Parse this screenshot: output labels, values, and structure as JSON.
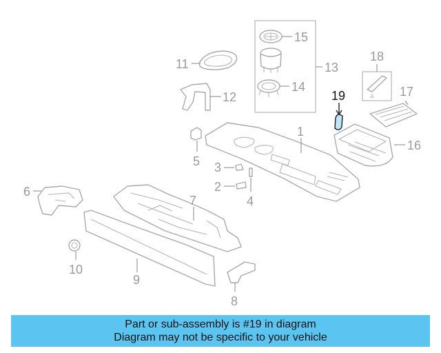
{
  "callouts": {
    "c1": "1",
    "c2": "2",
    "c3": "3",
    "c4": "4",
    "c5": "5",
    "c6": "6",
    "c7": "7",
    "c8": "8",
    "c9": "9",
    "c10": "10",
    "c11": "11",
    "c12": "12",
    "c13": "13",
    "c14": "14",
    "c15": "15",
    "c16": "16",
    "c17": "17",
    "c18": "18",
    "c19": "19"
  },
  "highlighted_part": "19",
  "colors": {
    "banner_bg": "#5bc4f1",
    "highlight_fill": "#bfe6f7",
    "line_gray": "#a9a9a9"
  },
  "banner": {
    "line1": "Part or sub-assembly is #19 in diagram",
    "line2": "Diagram may not be specific to your vehicle"
  }
}
